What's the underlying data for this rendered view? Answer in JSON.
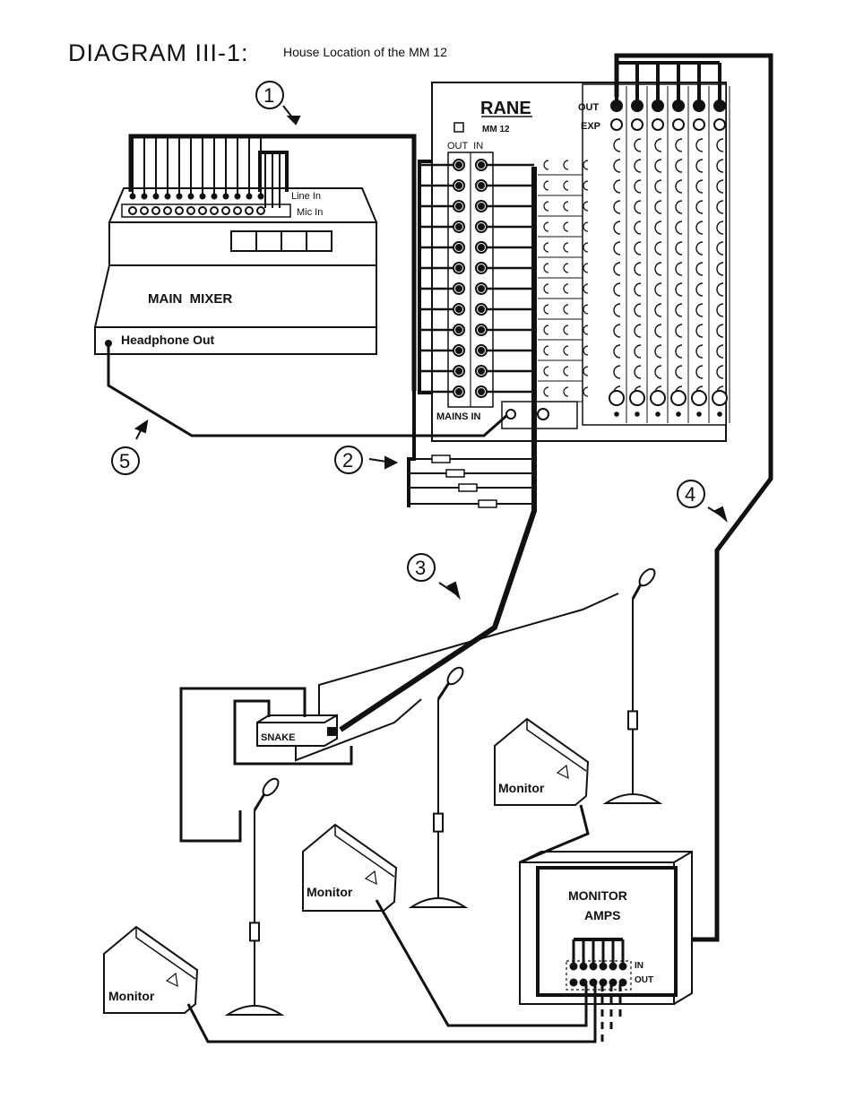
{
  "title": {
    "main": "DIAGRAM III-1:",
    "sub": "House Location of the MM 12"
  },
  "mixer": {
    "line_in": "Line In",
    "mic_in": "Mic In",
    "name": "MAIN  MIXER",
    "headphone_out": "Headphone Out"
  },
  "mm12": {
    "brand": "RANE",
    "model": "MM 12",
    "out_in": "OUT  IN",
    "out": "OUT",
    "exp": "EXP",
    "mains_in": "MAINS IN"
  },
  "snake": {
    "label": "SNAKE"
  },
  "monitors": [
    "Monitor",
    "Monitor",
    "Monitor"
  ],
  "amps": {
    "title1": "MONITOR",
    "title2": "AMPS",
    "in": "IN",
    "out": "OUT"
  },
  "callouts": [
    "1",
    "2",
    "3",
    "4",
    "5"
  ]
}
